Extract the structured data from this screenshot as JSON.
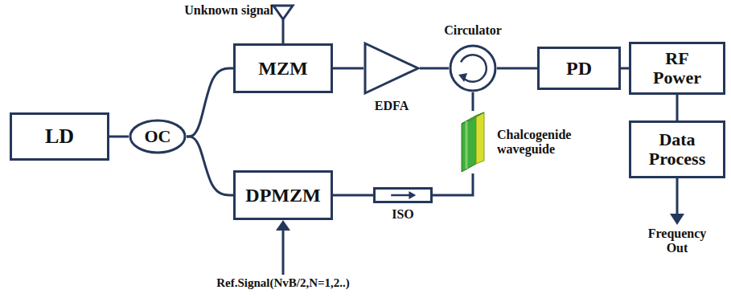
{
  "diagram": {
    "nodes": [
      {
        "text": [
          "LD"
        ]
      },
      {
        "text": [
          "OC"
        ]
      },
      {
        "text": [
          "MZM"
        ]
      },
      {
        "text": [
          "EDFA"
        ]
      },
      {
        "text": [
          "Circulator"
        ]
      },
      {
        "text": [
          "PD"
        ]
      },
      {
        "text": [
          "RF Power"
        ]
      },
      {
        "text": [
          "Data Process"
        ]
      },
      {
        "text": [
          "DPMZM"
        ]
      },
      {
        "text": [
          "ISO"
        ]
      },
      {
        "text": [
          "Chalcogenide waveguide"
        ]
      }
    ],
    "edges": [
      {
        "from": 0,
        "to": 1,
        "arrow": "none"
      },
      {
        "from": 1,
        "to": 2,
        "arrow": "none"
      },
      {
        "from": 1,
        "to": 8,
        "arrow": "none"
      },
      {
        "from": 2,
        "to": 3,
        "arrow": "none"
      },
      {
        "from": 3,
        "to": 4,
        "arrow": "none"
      },
      {
        "from": 4,
        "to": 5,
        "arrow": "none"
      },
      {
        "from": 5,
        "to": 6,
        "arrow": "none"
      },
      {
        "from": 6,
        "to": 7,
        "arrow": "none"
      },
      {
        "from": 8,
        "to": 9,
        "arrow": "none"
      },
      {
        "from": 9,
        "to": 10,
        "arrow": "none"
      },
      {
        "from": 10,
        "to": 4,
        "arrow": "none"
      }
    ],
    "labels": [
      "Unknown signal",
      "Ref.Signal(NvB/2,N=1,2..)",
      "Frequency Out"
    ]
  }
}
